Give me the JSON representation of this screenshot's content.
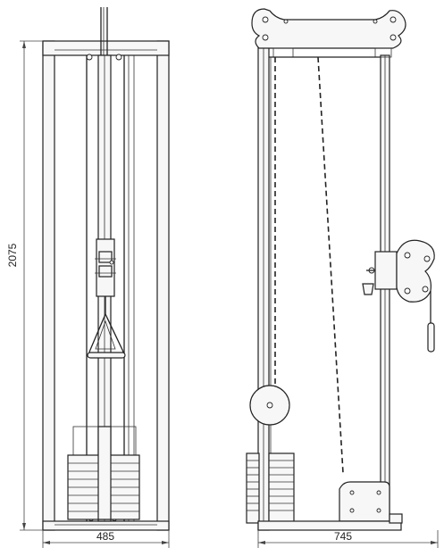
{
  "dimensions": {
    "height_label": "2075",
    "front_width_label": "485",
    "side_width_label": "745"
  }
}
